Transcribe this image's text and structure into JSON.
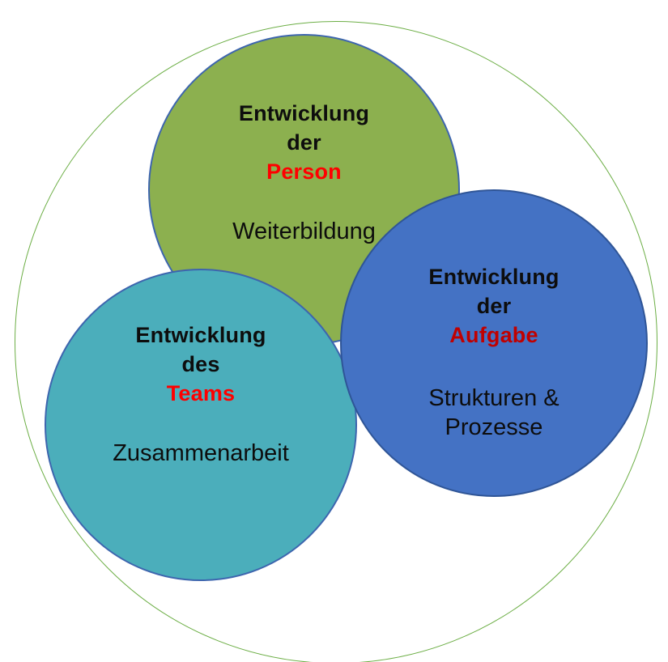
{
  "diagram": {
    "type": "venn-circles",
    "background": "#FFFFFF",
    "text_color": "#0D0D0D",
    "outer_circle": {
      "border_color": "#6CAE45"
    },
    "circles": [
      {
        "name": "person",
        "fill": "#8CB04F",
        "border": "#3D65AE",
        "title_lines": [
          "Entwicklung",
          "der"
        ],
        "highlight": "Person",
        "highlight_color": "#FF0000",
        "subtitle_lines": [
          "Weiterbildung"
        ]
      },
      {
        "name": "team",
        "fill": "#4BAEBB",
        "border": "#3D65AE",
        "title_lines": [
          "Entwicklung",
          "des"
        ],
        "highlight": "Teams",
        "highlight_color": "#FF0000",
        "subtitle_lines": [
          "Zusammenarbeit"
        ]
      },
      {
        "name": "aufgabe",
        "fill": "#4472C4",
        "border": "#2F5597",
        "title_lines": [
          "Entwicklung",
          "der"
        ],
        "highlight": "Aufgabe",
        "highlight_color": "#C00000",
        "subtitle_lines": [
          "Strukturen &",
          "Prozesse"
        ]
      }
    ]
  }
}
